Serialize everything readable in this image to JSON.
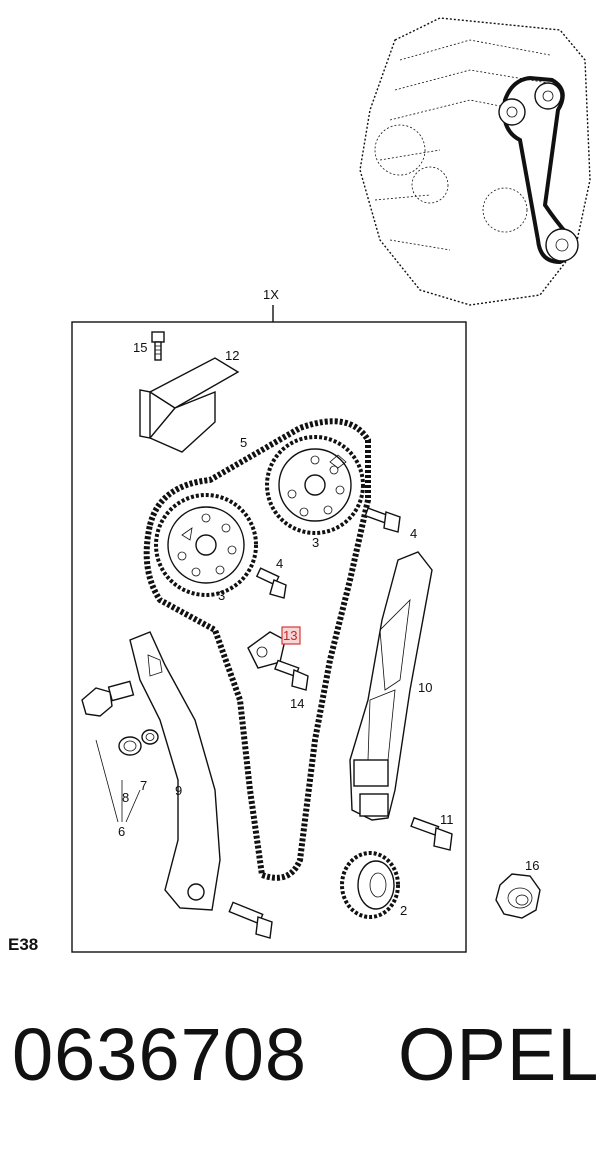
{
  "diagram": {
    "kit_label": "1X",
    "figure_code": "E38",
    "callouts": {
      "c2": "2",
      "c3a": "3",
      "c3b": "3",
      "c4a": "4",
      "c4b": "4",
      "c5": "5",
      "c6": "6",
      "c7": "7",
      "c8": "8",
      "c9": "9",
      "c10": "10",
      "c11": "11",
      "c12": "12",
      "c13": "13",
      "c14": "14",
      "c15": "15",
      "c16": "16"
    },
    "highlighted_callout": "13",
    "highlight_color": "#d23a3a"
  },
  "footer": {
    "part_number": "0636708",
    "brand": "OPEL"
  }
}
